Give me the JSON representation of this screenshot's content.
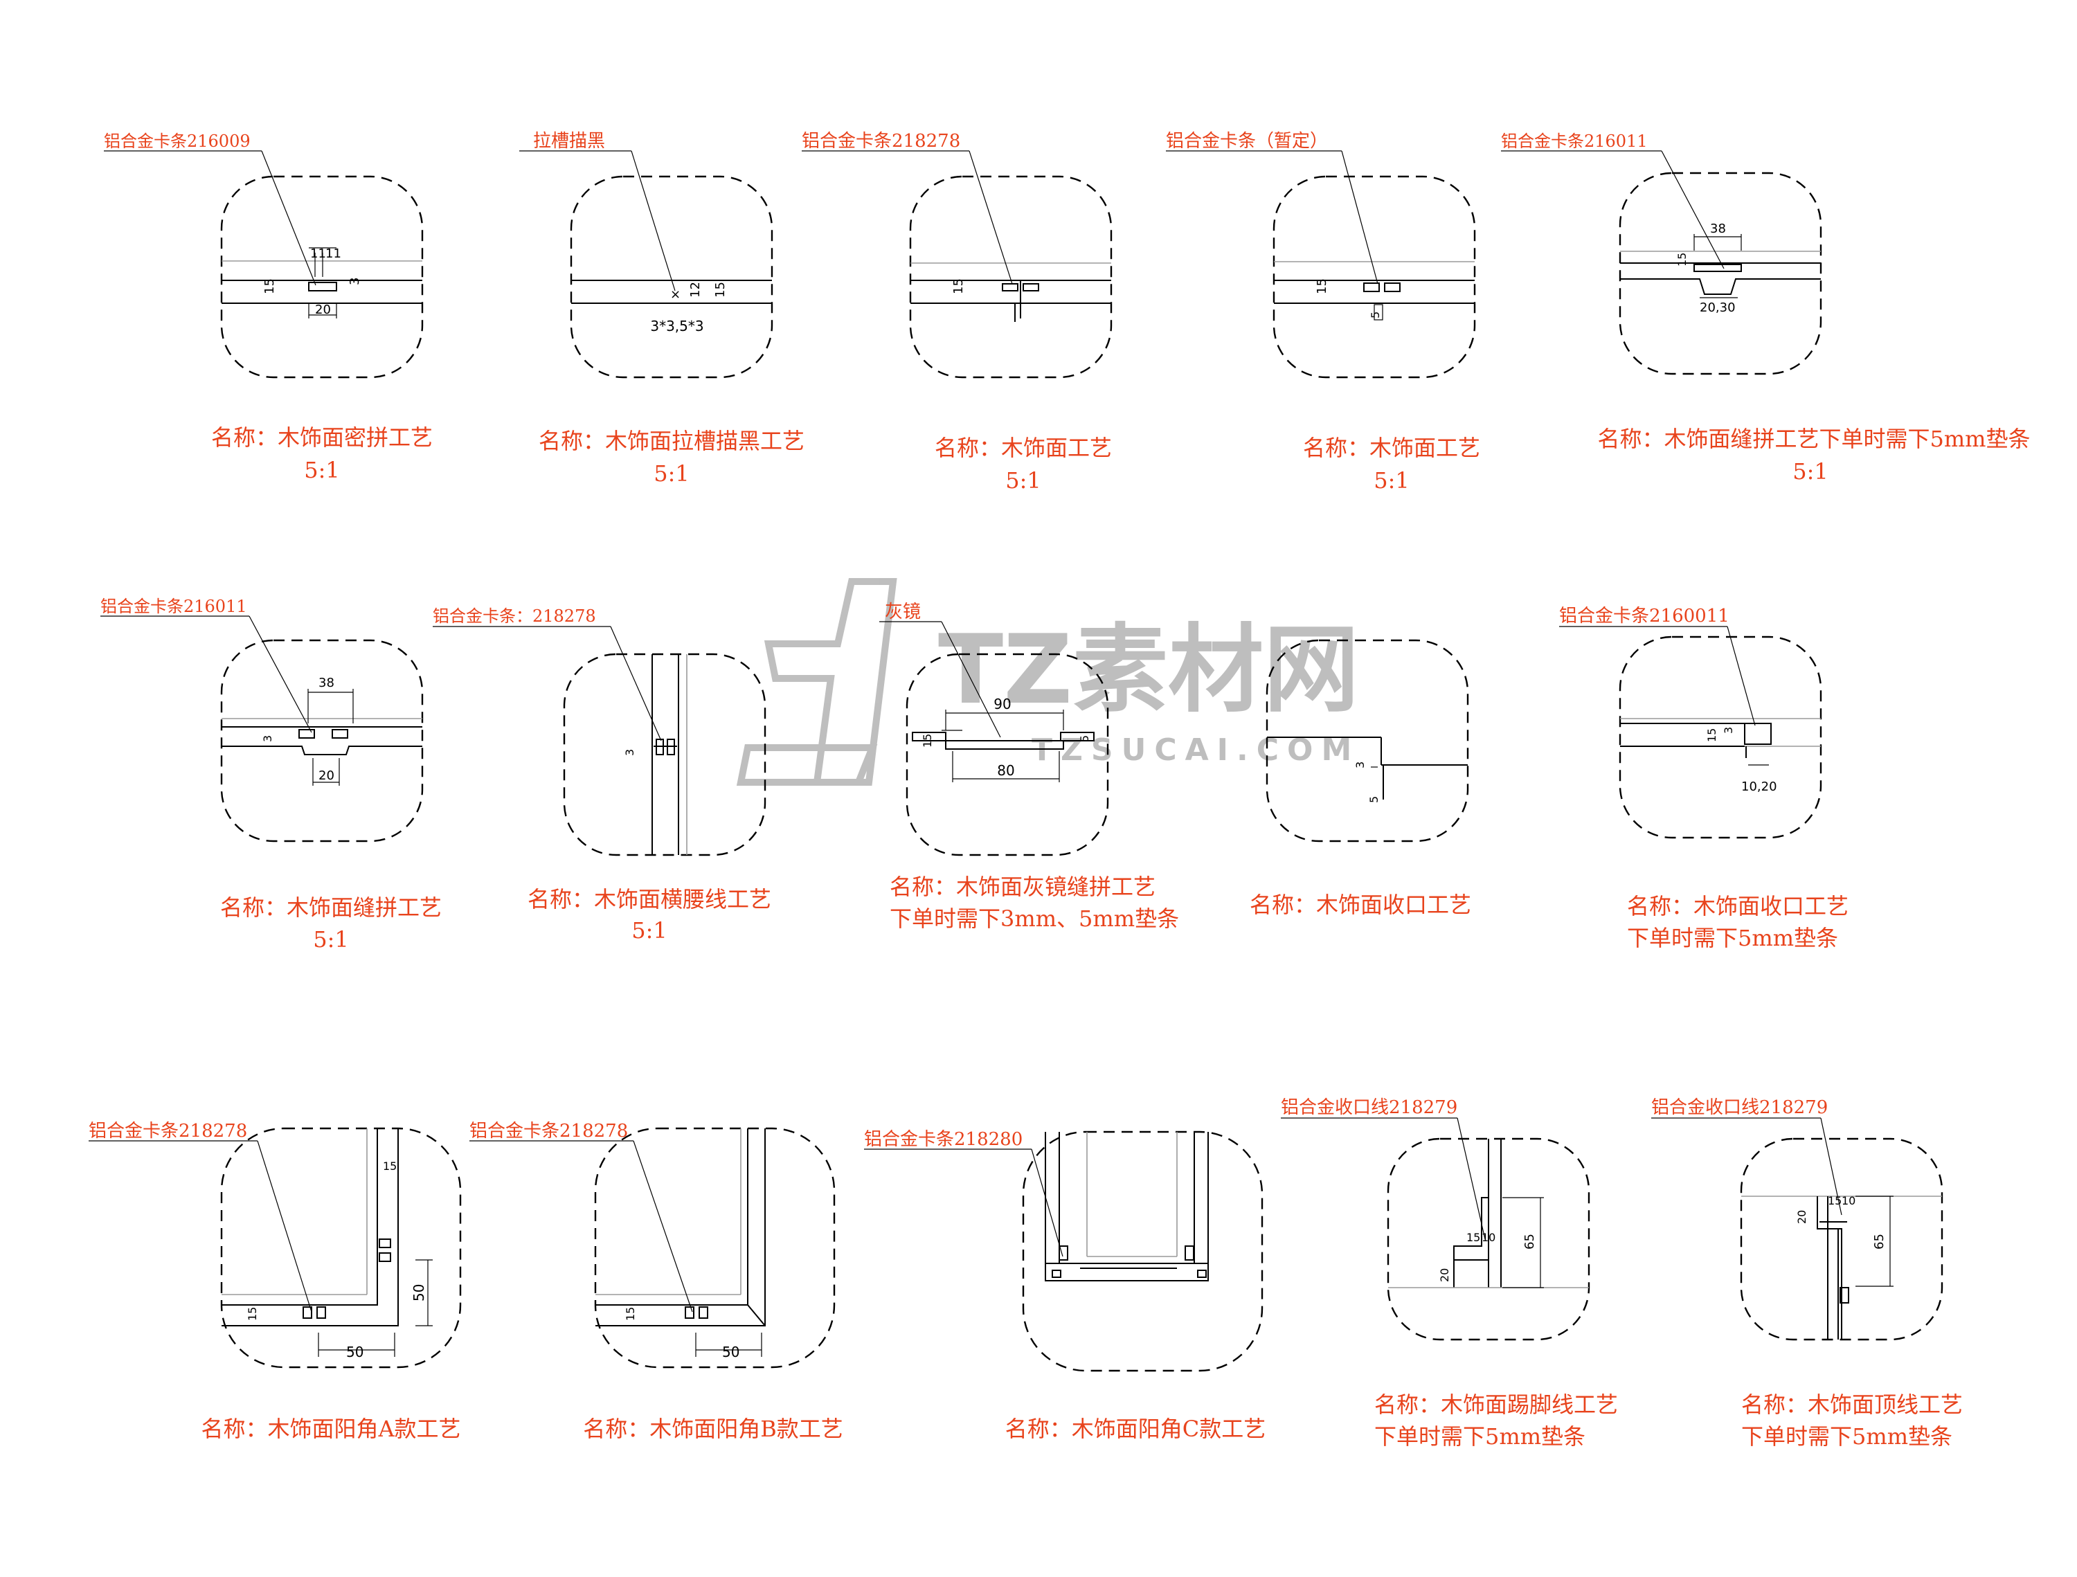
{
  "watermark": {
    "main": "TZ素材网",
    "sub": "TZSUCAI.COM"
  },
  "details": [
    {
      "id": "d1",
      "callout": "铝合金卡条216009",
      "title": "名称：木饰面密拼工艺",
      "scale": "5:1",
      "dims": [
        "11",
        "11",
        "15",
        "3",
        "20"
      ]
    },
    {
      "id": "d2",
      "callout": "拉槽描黑",
      "title": "名称：木饰面拉槽描黑工艺",
      "scale": "5:1",
      "dims": [
        "12",
        "15",
        "3*3,5*3"
      ]
    },
    {
      "id": "d3",
      "callout": "铝合金卡条218278",
      "title": "名称：木饰面工艺",
      "scale": "5:1",
      "dims": [
        "15"
      ]
    },
    {
      "id": "d4",
      "callout": "铝合金卡条（暂定）",
      "title": "名称：木饰面工艺",
      "scale": "5:1",
      "dims": [
        "15",
        "5"
      ]
    },
    {
      "id": "d5",
      "callout": "铝合金卡条216011",
      "title": "名称：木饰面缝拼工艺下单时需下5mm垫条",
      "scale": "5:1",
      "dims": [
        "38",
        "15",
        "20,30"
      ]
    },
    {
      "id": "d6",
      "callout": "铝合金卡条216011",
      "title": "名称：木饰面缝拼工艺",
      "scale": "5:1",
      "dims": [
        "38",
        "3",
        "20"
      ]
    },
    {
      "id": "d7",
      "callout": "铝合金卡条：218278",
      "title": "名称：木饰面横腰线工艺",
      "scale": "5:1",
      "dims": [
        "3"
      ]
    },
    {
      "id": "d8",
      "callout": "灰镜",
      "title": "名称：木饰面灰镜缝拼工艺",
      "subtitle": "下单时需下3mm、5mm垫条",
      "dims": [
        "90",
        "80",
        "15",
        "5"
      ]
    },
    {
      "id": "d9",
      "callout": "",
      "title": "名称：木饰面收口工艺",
      "dims": [
        "3",
        "5"
      ]
    },
    {
      "id": "d10",
      "callout": "铝合金卡条2160011",
      "title": "名称：木饰面收口工艺",
      "subtitle": "下单时需下5mm垫条",
      "dims": [
        "15",
        "3",
        "10,20"
      ]
    },
    {
      "id": "d11",
      "callout": "铝合金卡条218278",
      "title": "名称：木饰面阳角A款工艺",
      "dims": [
        "15",
        "15",
        "50",
        "50"
      ]
    },
    {
      "id": "d12",
      "callout": "铝合金卡条218278",
      "title": "名称：木饰面阳角B款工艺",
      "dims": [
        "15",
        "50"
      ]
    },
    {
      "id": "d13",
      "callout": "铝合金卡条218280",
      "title": "名称：木饰面阳角C款工艺",
      "dims": []
    },
    {
      "id": "d14",
      "callout": "铝合金收口线218279",
      "title": "名称：木饰面踢脚线工艺",
      "subtitle": "下单时需下5mm垫条",
      "dims": [
        "15",
        "10",
        "65",
        "20"
      ]
    },
    {
      "id": "d15",
      "callout": "铝合金收口线218279",
      "title": "名称：木饰面顶线工艺",
      "subtitle": "下单时需下5mm垫条",
      "dims": [
        "15",
        "10",
        "20",
        "65"
      ]
    }
  ]
}
